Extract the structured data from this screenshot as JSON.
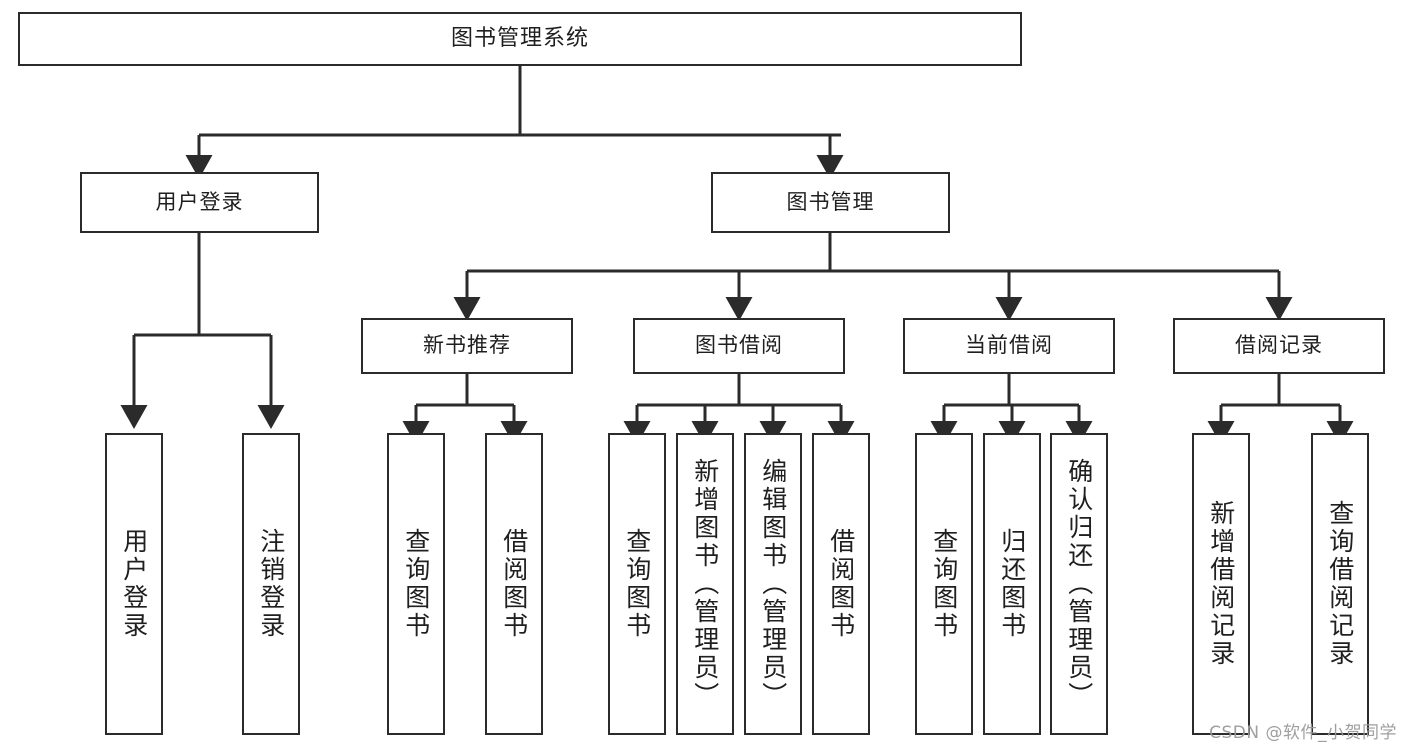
{
  "diagram": {
    "title": "图书管理系统",
    "type": "tree-hierarchy",
    "watermark": "CSDN @软件_小贺同学",
    "colors": {
      "box_border": "#2b2b2b",
      "box_fill": "#ffffff",
      "connector": "#2b2b2b",
      "text": "#1f1f1f",
      "watermark": "#9a9a9a"
    },
    "root": {
      "label": "图书管理系统"
    },
    "level2": [
      {
        "label": "用户登录"
      },
      {
        "label": "图书管理"
      }
    ],
    "level3": [
      {
        "label": "新书推荐"
      },
      {
        "label": "图书借阅"
      },
      {
        "label": "当前借阅"
      },
      {
        "label": "借阅记录"
      }
    ],
    "leaves": {
      "user_login": [
        {
          "label": "用户登录"
        },
        {
          "label": "注销登录"
        }
      ],
      "new_book_recommend": [
        {
          "label": "查询图书"
        },
        {
          "label": "借阅图书"
        }
      ],
      "book_borrow": [
        {
          "label": "查询图书"
        },
        {
          "label": "新增图书（管理员）"
        },
        {
          "label": "编辑图书（管理员）"
        },
        {
          "label": "借阅图书"
        }
      ],
      "current_borrow": [
        {
          "label": "查询图书"
        },
        {
          "label": "归还图书"
        },
        {
          "label": "确认归还（管理员）"
        }
      ],
      "borrow_record": [
        {
          "label": "新增借阅记录"
        },
        {
          "label": "查询借阅记录"
        }
      ]
    }
  }
}
